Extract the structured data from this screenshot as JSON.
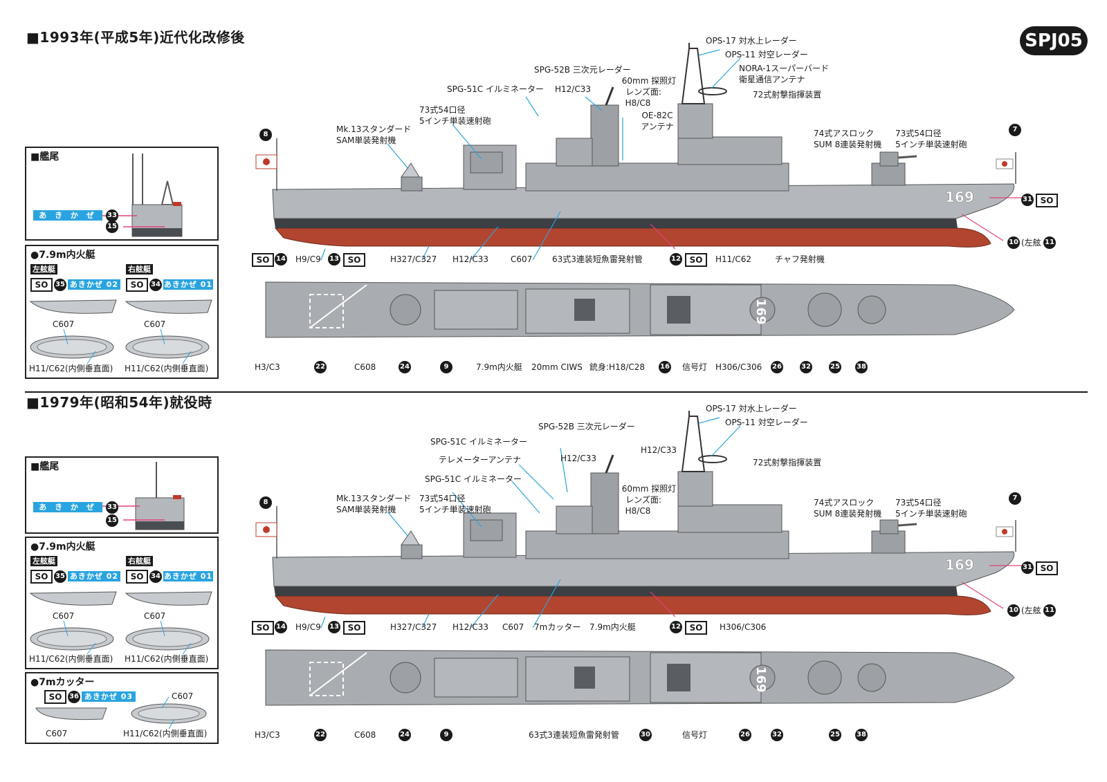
{
  "badge": "SPJ05",
  "sections": [
    {
      "title": "■1993年(平成5年)近代化改修後",
      "stern_panel": {
        "title": "■艦尾",
        "name_tag": "あ き か ぜ",
        "num_a": "33",
        "num_b": "15"
      },
      "boat_panel": {
        "title": "●7.9m内火艇",
        "port_label": "左舷艇",
        "starboard_label": "右舷艇",
        "port_so": "SO",
        "port_num": "35",
        "port_tag": "あきかぜ 02",
        "stbd_so": "SO",
        "stbd_num": "34",
        "stbd_tag": "あきかぜ 01",
        "c607_left": "C607",
        "c607_right": "C607",
        "h11_left": "H11/C62(内側垂直面)",
        "h11_right": "H11/C62(内側垂直面)"
      },
      "labels": {
        "ops17": "OPS-17 対水上レーダー",
        "ops11": "OPS-11 対空レーダー",
        "nora1": "NORA-1スーパーバード",
        "nora1b": "衛星通信アンテナ",
        "spg52b": "SPG-52B 三次元レーダー",
        "searchlight": "60mm 探照灯",
        "lens": "レンズ面:",
        "h8c8": "H8/C8",
        "spg51c": "SPG-51C イルミネーター",
        "h12c33_top": "H12/C33",
        "fcs72": "72式射撃指揮装置",
        "oe82c": "OE-82C",
        "antenna": "アンテナ",
        "gun73a": "73式54口径",
        "gun73b": "5インチ単装速射砲",
        "mk13a": "Mk.13スタンダード",
        "mk13b": "SAM単装発射機",
        "asroca": "74式アスロック",
        "asrocb": "SUM 8連装発射機",
        "gun73c": "73式54口径",
        "gun73d": "5インチ単装速射砲",
        "h9c9": "H9/C9",
        "h327": "H327/C327",
        "h12c33": "H12/C33",
        "c607": "C607",
        "torpedo": "63式3連装短魚雷発射管",
        "h11c62": "H11/C62",
        "chaff": "チャフ発射機",
        "hull_no": "169",
        "port_stbd": "(左舷",
        "h3c3": "H3/C3",
        "c608": "C608",
        "boat79": "7.9m内火艇",
        "ciws": "20mm CIWS",
        "barrel": "銃身:H18/C28",
        "signal": "信号灯",
        "h306": "H306/C306",
        "n8": "8",
        "n7": "7",
        "n14": "14",
        "n13": "13",
        "n12": "12",
        "n31": "31",
        "n10": "10",
        "n11": "11",
        "n22": "22",
        "n24": "24",
        "n9": "9",
        "n16": "16",
        "n26": "26",
        "n32": "32",
        "n25": "25",
        "n38": "38",
        "so": "SO"
      }
    },
    {
      "title": "■1979年(昭和54年)就役時",
      "stern_panel": {
        "title": "■艦尾",
        "name_tag": "あ き か ぜ",
        "num_a": "33",
        "num_b": "15"
      },
      "boat_panel": {
        "title": "●7.9m内火艇",
        "port_label": "左舷艇",
        "starboard_label": "右舷艇",
        "port_so": "SO",
        "port_num": "35",
        "port_tag": "あきかぜ 02",
        "stbd_so": "SO",
        "stbd_num": "34",
        "stbd_tag": "あきかぜ 01",
        "c607_left": "C607",
        "c607_right": "C607",
        "h11_left": "H11/C62(内側垂直面)",
        "h11_right": "H11/C62(内側垂直面)"
      },
      "cutter_panel": {
        "title": "●7mカッター",
        "so": "SO",
        "num": "36",
        "tag": "あきかぜ 03",
        "c607_a": "C607",
        "c607_b": "C607",
        "h11": "H11/C62(内側垂直面)"
      },
      "labels": {
        "ops17": "OPS-17 対水上レーダー",
        "ops11": "OPS-11 対空レーダー",
        "spg52b": "SPG-52B 三次元レーダー",
        "spg51c_a": "SPG-51C イルミネーター",
        "telemeter": "テレメーターアンテナ",
        "spg51c_b": "SPG-51C イルミネーター",
        "h12c33_a": "H12/C33",
        "h12c33_b": "H12/C33",
        "fcs72": "72式射撃指揮装置",
        "searchlight": "60mm 探照灯",
        "lens": "レンズ面:",
        "h8c8": "H8/C8",
        "gun73a": "73式54口径",
        "gun73b": "5インチ単装速射砲",
        "mk13a": "Mk.13スタンダード",
        "mk13b": "SAM単装発射機",
        "asroca": "74式アスロック",
        "asrocb": "SUM 8連装発射機",
        "gun73c": "73式54口径",
        "gun73d": "5インチ単装速射砲",
        "h9c9": "H9/C9",
        "h327": "H327/C327",
        "h12c33": "H12/C33",
        "c607": "C607",
        "cutter7": "7mカッター",
        "boat79": "7.9m内火艇",
        "h306": "H306/C306",
        "hull_no": "169",
        "port_stbd": "(左舷",
        "h3c3": "H3/C3",
        "c608": "C608",
        "torpedo": "63式3連装短魚雷発射管",
        "signal": "信号灯",
        "n8": "8",
        "n7": "7",
        "n14": "14",
        "n13": "13",
        "n12": "12",
        "n31": "31",
        "n10": "10",
        "n11": "11",
        "n22": "22",
        "n24": "24",
        "n9": "9",
        "n30": "30",
        "n26": "26",
        "n32": "32",
        "n25": "25",
        "n38": "38",
        "so": "SO"
      }
    }
  ],
  "colors": {
    "hull_grey": "#b4b8bd",
    "deck_grey": "#a9adb2",
    "boot_top": "#3c3f44",
    "red_hull": "#b2452f",
    "leader": "#2aa4e0",
    "accent": "#e0407a"
  }
}
